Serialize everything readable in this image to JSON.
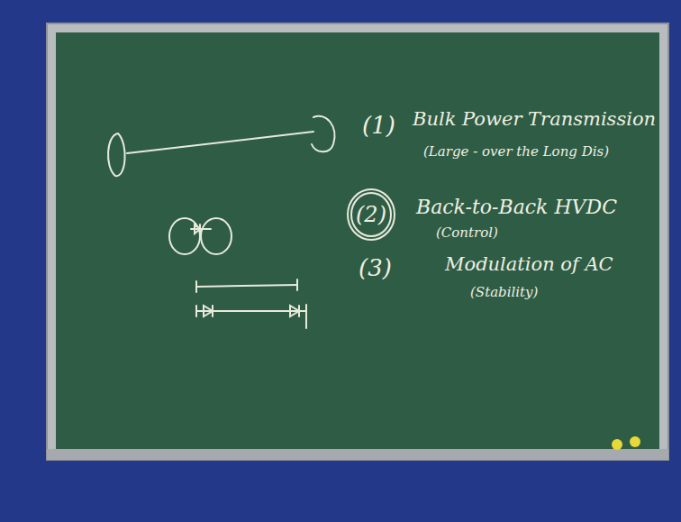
{
  "diagram": {
    "nodes": [
      {
        "text": [
          "(2)"
        ]
      }
    ],
    "labels": [
      "(1)",
      "Bulk Power Transmission",
      "(Large - over the Long Dis)",
      "Back-to-Back HVDC",
      "(Control)",
      "(3)",
      "Modulation of AC",
      "(Stability)"
    ]
  }
}
